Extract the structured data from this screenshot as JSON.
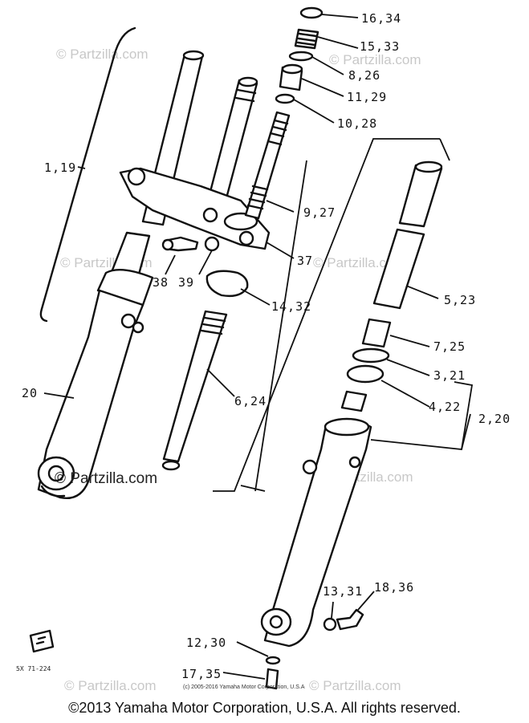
{
  "watermark_text": "© Partzilla.com",
  "watermark_main": "© Partzilla.com",
  "copyright_small": "(c) 2005-2016 Yamaha Motor Corporation, U.S.A",
  "footer_copyright": "©2013 Yamaha Motor Corporation, U.S.A. All rights reserved.",
  "diagram_code": "5X 71-224",
  "callouts": {
    "c16_34": "16,34",
    "c15_33": "15,33",
    "c8_26": "8,26",
    "c11_29": "11,29",
    "c10_28": "10,28",
    "c1_19": "1,19",
    "c9_27": "9,27",
    "c37": "37",
    "c38": "38",
    "c39": "39",
    "c14_32": "14,32",
    "c5_23": "5,23",
    "c7_25": "7,25",
    "c3_21": "3,21",
    "c4_22": "4,22",
    "c2_20b": "2,20",
    "c20": "20",
    "c6_24": "6,24",
    "c13_31": "13,31",
    "c18_36": "18,36",
    "c12_30": "12,30",
    "c17_35": "17,35"
  }
}
